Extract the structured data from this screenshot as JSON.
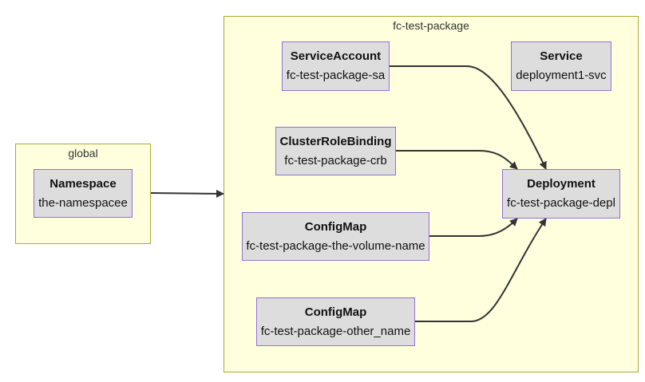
{
  "clusters": {
    "global": {
      "label": "global"
    },
    "package": {
      "label": "fc-test-package"
    }
  },
  "nodes": {
    "namespace": {
      "kind": "Namespace",
      "name": "the-namespacee"
    },
    "service_account": {
      "kind": "ServiceAccount",
      "name": "fc-test-package-sa"
    },
    "service": {
      "kind": "Service",
      "name": "deployment1-svc"
    },
    "cluster_role_binding": {
      "kind": "ClusterRoleBinding",
      "name": "fc-test-package-crb"
    },
    "deployment": {
      "kind": "Deployment",
      "name": "fc-test-package-depl"
    },
    "configmap_volume": {
      "kind": "ConfigMap",
      "name": "fc-test-package-the-volume-name"
    },
    "configmap_other": {
      "kind": "ConfigMap",
      "name": "fc-test-package-other_name"
    }
  },
  "edges": [
    {
      "from": "namespace",
      "to": "package-cluster"
    },
    {
      "from": "service_account",
      "to": "deployment"
    },
    {
      "from": "cluster_role_binding",
      "to": "deployment"
    },
    {
      "from": "configmap_volume",
      "to": "deployment"
    },
    {
      "from": "configmap_other",
      "to": "deployment"
    }
  ],
  "colors": {
    "cluster_fill": "#ffffde",
    "cluster_border": "#aaaa33",
    "node_fill": "#dddddd",
    "node_border": "#9370db",
    "edge": "#333333"
  }
}
